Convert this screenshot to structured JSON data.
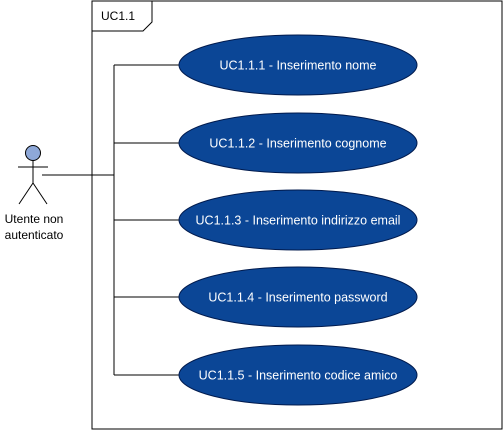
{
  "frame": {
    "title": "UC1.1"
  },
  "actor": {
    "label_line1": "Utente non",
    "label_line2": "autenticato"
  },
  "use_cases": [
    {
      "label": "UC1.1.1 - Inserimento nome"
    },
    {
      "label": "UC1.1.2 - Inserimento cognome"
    },
    {
      "label": "UC1.1.3 - Inserimento indirizzo email"
    },
    {
      "label": "UC1.1.4 - Inserimento password"
    },
    {
      "label": "UC1.1.5 - Inserimento codice amico"
    }
  ],
  "colors": {
    "use_case_fill": "#0b4696",
    "use_case_stroke": "#001a4d",
    "actor_head_fill": "#8ea8d8",
    "line": "#000000"
  }
}
